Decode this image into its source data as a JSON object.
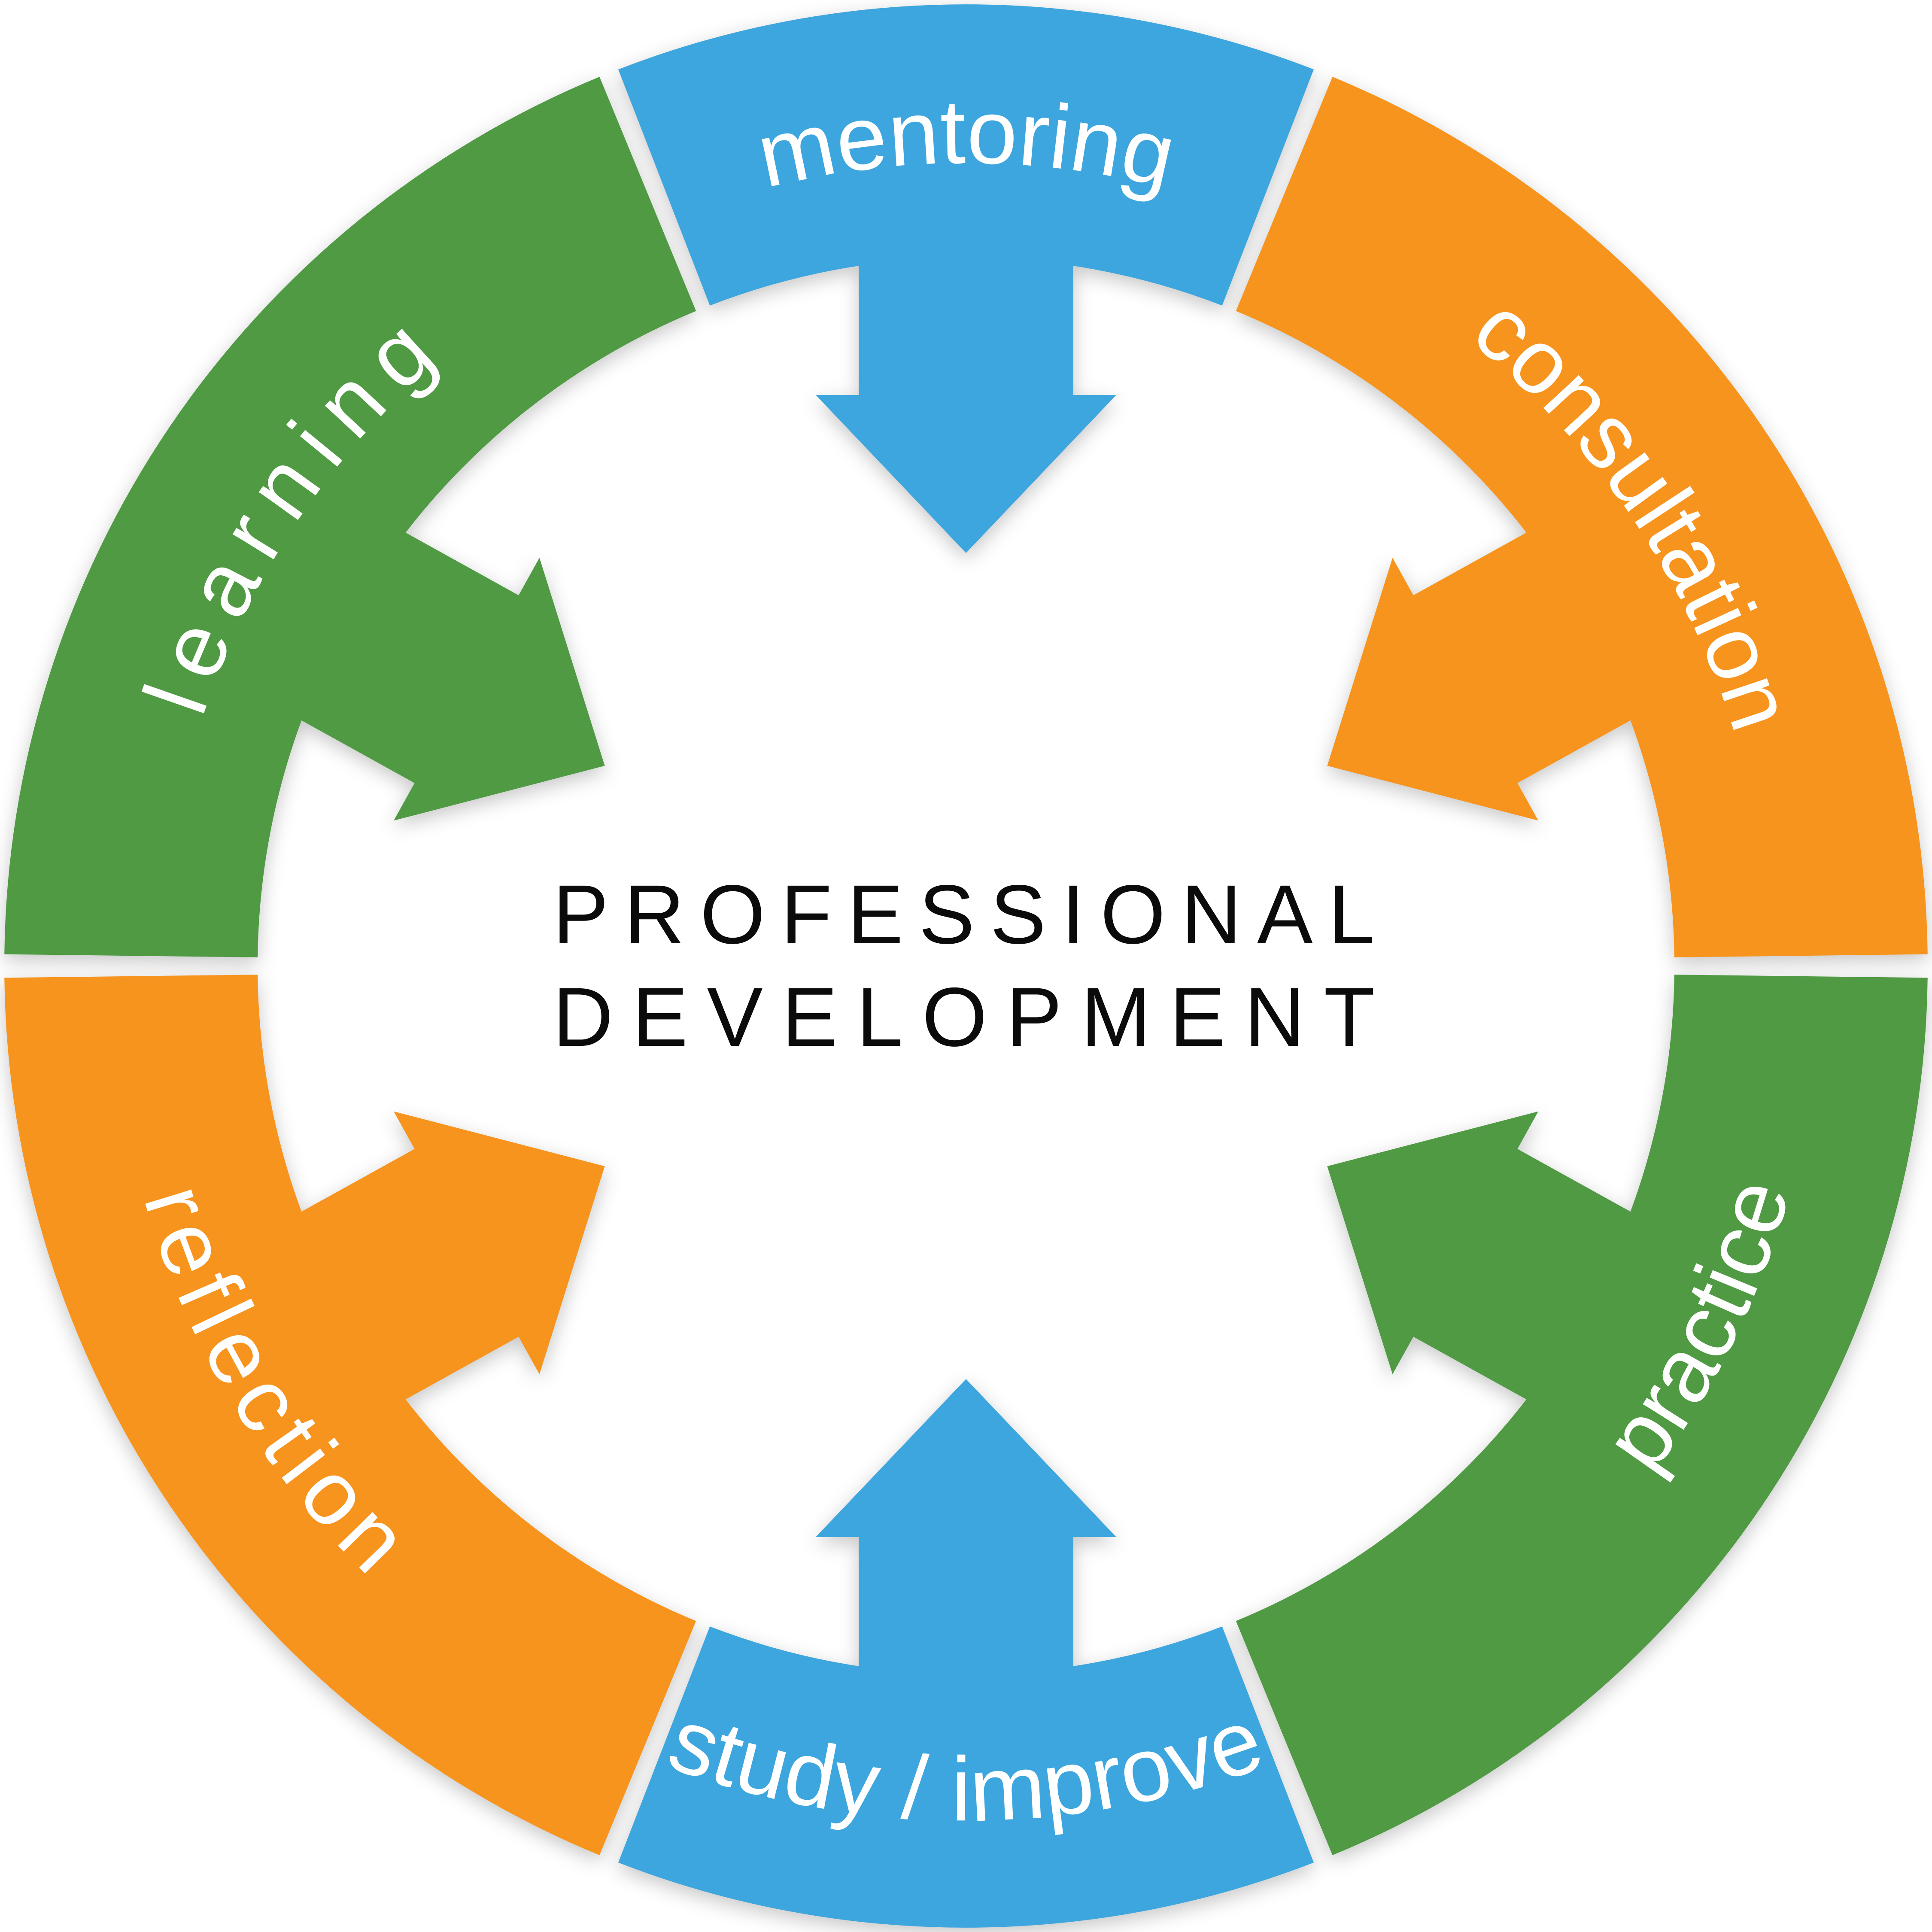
{
  "diagram_title": {
    "line1": "PROFESSIONAL",
    "line2": "DEVELOPMENT",
    "color": "#0b0b0b"
  },
  "segments": [
    {
      "label": "mentoring",
      "color": "#3EA6DE",
      "position": "top"
    },
    {
      "label": "consultation",
      "color": "#F7941E",
      "position": "top-right"
    },
    {
      "label": "practice",
      "color": "#4F9A43",
      "position": "bottom-right"
    },
    {
      "label": "study / improve",
      "color": "#3EA6DE",
      "position": "bottom"
    },
    {
      "label": "reflection",
      "color": "#F7941E",
      "position": "bottom-left"
    },
    {
      "label": "learning",
      "color": "#4F9A43",
      "position": "top-left"
    }
  ],
  "label_text_color": "#FFFFFF",
  "background_color": "#FFFFFF"
}
